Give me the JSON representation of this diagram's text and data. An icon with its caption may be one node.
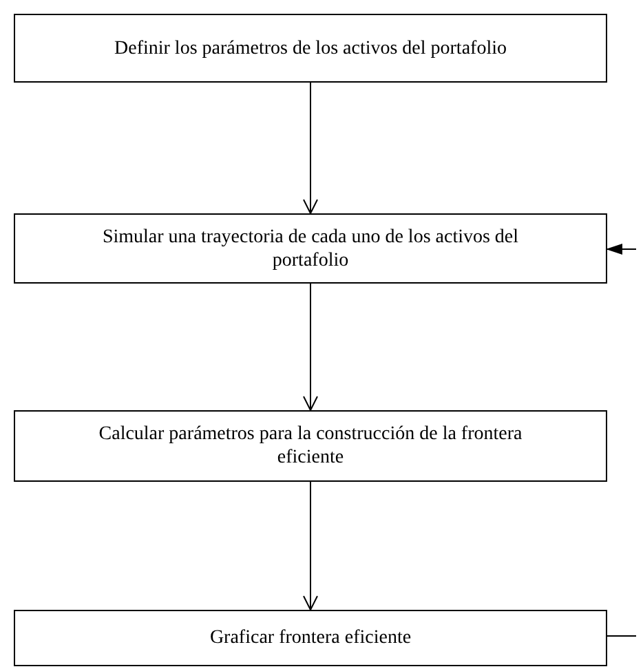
{
  "diagram": {
    "nodes": [
      {
        "text": [
          "Definir los parámetros de los activos del portafolio"
        ]
      },
      {
        "text": [
          "Simular una trayectoria de cada uno de los activos del portafolio"
        ]
      },
      {
        "text": [
          "Calcular parámetros para la construcción de la frontera eficiente"
        ]
      },
      {
        "text": [
          "Graficar frontera eficiente"
        ]
      }
    ],
    "edges": [
      {
        "from": 0,
        "to": 1,
        "arrow": "to"
      },
      {
        "from": 1,
        "to": 2,
        "arrow": "to"
      },
      {
        "from": 2,
        "to": 3,
        "arrow": "to"
      },
      {
        "from": null,
        "to": 1,
        "arrow": "to"
      },
      {
        "from": 3,
        "to": null,
        "arrow": "none"
      }
    ]
  }
}
